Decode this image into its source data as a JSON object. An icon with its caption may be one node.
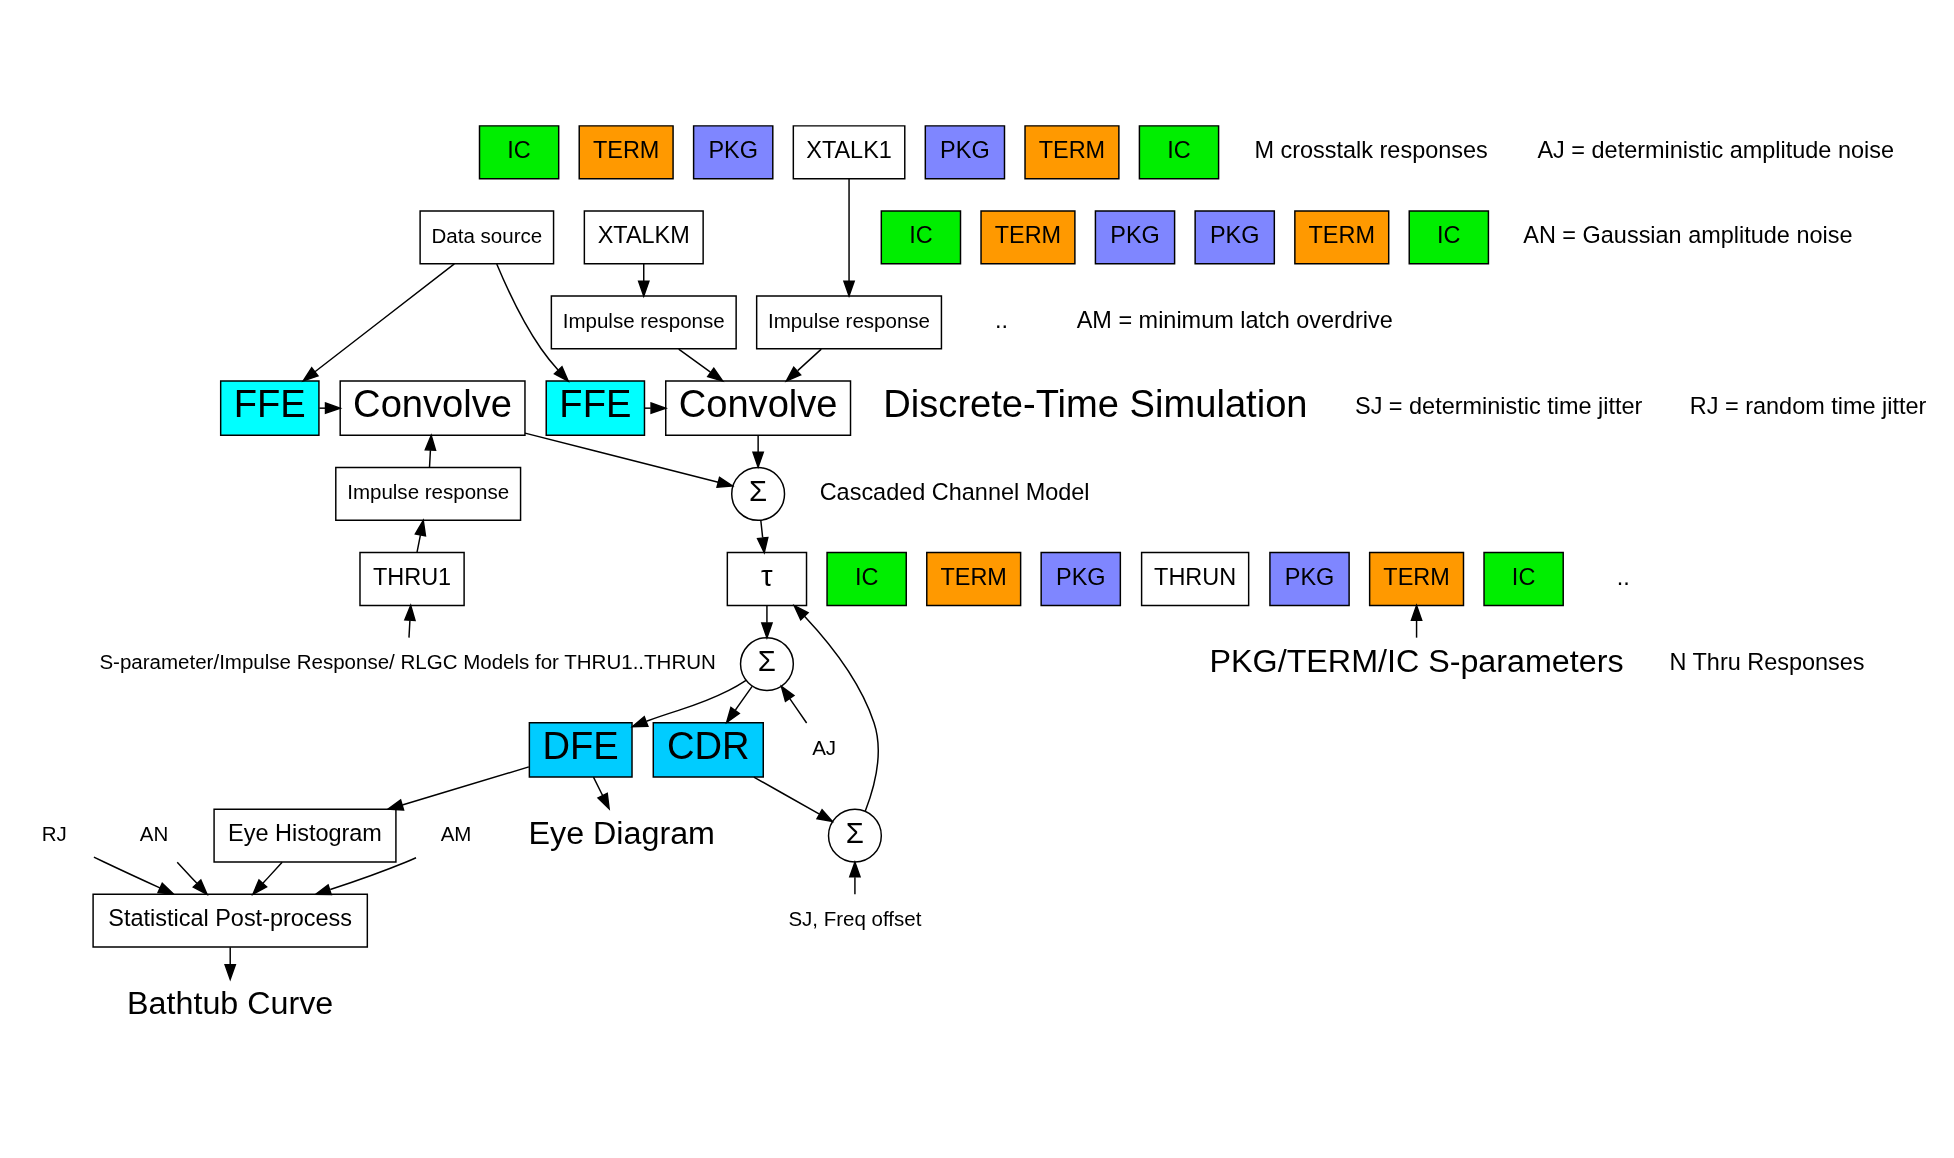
{
  "diagram": {
    "nodes": [
      {
        "text": [
          "IC"
        ]
      },
      {
        "text": [
          "TERM"
        ]
      },
      {
        "text": [
          "PKG"
        ]
      },
      {
        "text": [
          "XTALK1"
        ]
      },
      {
        "text": [
          "PKG"
        ]
      },
      {
        "text": [
          "TERM"
        ]
      },
      {
        "text": [
          "IC"
        ]
      },
      {
        "text": [
          "IC"
        ]
      },
      {
        "text": [
          "TERM"
        ]
      },
      {
        "text": [
          "PKG"
        ]
      },
      {
        "text": [
          "XTALKM"
        ]
      },
      {
        "text": [
          "PKG"
        ]
      },
      {
        "text": [
          "TERM"
        ]
      },
      {
        "text": [
          "IC"
        ]
      },
      {
        "text": [
          "Impulse response"
        ]
      },
      {
        "text": [
          "Impulse response"
        ]
      },
      {
        "text": [
          "FFE"
        ]
      },
      {
        "text": [
          "Convolve"
        ]
      },
      {
        "text": [
          "FFE"
        ]
      },
      {
        "text": [
          "Convolve"
        ]
      },
      {
        "text": [
          "Σ"
        ]
      },
      {
        "text": [
          "τ"
        ]
      },
      {
        "text": [
          "Σ"
        ]
      },
      {
        "text": [
          "Σ"
        ]
      },
      {
        "text": [
          "DFE"
        ]
      },
      {
        "text": [
          "CDR"
        ]
      },
      {
        "text": [
          "Eye Histogram"
        ]
      },
      {
        "text": [
          "Statistical Post-process"
        ]
      },
      {
        "text": [
          "Data source"
        ]
      },
      {
        "text": [
          "Impulse response"
        ]
      },
      {
        "text": [
          "IC"
        ]
      },
      {
        "text": [
          "TERM"
        ]
      },
      {
        "text": [
          "PKG"
        ]
      },
      {
        "text": [
          "THRU1"
        ]
      },
      {
        "text": [
          "THRUN"
        ]
      },
      {
        "text": [
          "PKG"
        ]
      },
      {
        "text": [
          "TERM"
        ]
      },
      {
        "text": [
          "IC"
        ]
      },
      {
        "text": [
          "S-parameter/Impulse Response/ RLGC Models for THRU1..THRUN"
        ]
      },
      {
        "text": [
          "PKG/TERM/IC S-parameters"
        ]
      },
      {
        "text": [
          "AJ"
        ]
      },
      {
        "text": [
          "SJ, Freq offset"
        ]
      },
      {
        "text": [
          "AM"
        ]
      },
      {
        "text": [
          "RJ"
        ]
      },
      {
        "text": [
          "AN"
        ]
      },
      {
        "text": [
          "Eye Diagram"
        ]
      },
      {
        "text": [
          "Bathtub Curve"
        ]
      }
    ],
    "edges": [
      {
        "from": 10,
        "to": 14,
        "arrow": "to"
      },
      {
        "from": 3,
        "to": 15,
        "arrow": "to"
      },
      {
        "from": 14,
        "to": 17,
        "arrow": "to"
      },
      {
        "from": 15,
        "to": 17,
        "arrow": "to"
      },
      {
        "from": 28,
        "to": 16,
        "arrow": "to"
      },
      {
        "from": 28,
        "to": 18,
        "arrow": "to"
      },
      {
        "from": 16,
        "to": 17,
        "arrow": "to"
      },
      {
        "from": 18,
        "to": 19,
        "arrow": "to"
      },
      {
        "from": 17,
        "to": 20,
        "arrow": "to"
      },
      {
        "from": 19,
        "to": 20,
        "arrow": "to"
      },
      {
        "from": 20,
        "to": 21,
        "arrow": "to"
      },
      {
        "from": 21,
        "to": 22,
        "arrow": "to"
      },
      {
        "from": 40,
        "to": 22,
        "arrow": "to"
      },
      {
        "from": 22,
        "to": 24,
        "arrow": "to"
      },
      {
        "from": 22,
        "to": 25,
        "arrow": "to"
      },
      {
        "from": 25,
        "to": 23,
        "arrow": "to"
      },
      {
        "from": 41,
        "to": 23,
        "arrow": "to"
      },
      {
        "from": 23,
        "to": 21,
        "arrow": "to"
      },
      {
        "from": 24,
        "to": 26,
        "arrow": "to"
      },
      {
        "from": 24,
        "to": 45,
        "arrow": "to"
      },
      {
        "from": 26,
        "to": 27,
        "arrow": "to"
      },
      {
        "from": 42,
        "to": 27,
        "arrow": "to"
      },
      {
        "from": 43,
        "to": 27,
        "arrow": "to"
      },
      {
        "from": 44,
        "to": 27,
        "arrow": "to"
      },
      {
        "from": 27,
        "to": 46,
        "arrow": "to"
      },
      {
        "from": 29,
        "to": 19,
        "arrow": "to"
      },
      {
        "from": 33,
        "to": 29,
        "arrow": "to"
      },
      {
        "from": 38,
        "to": 33,
        "arrow": "to"
      },
      {
        "from": 39,
        "to": 36,
        "arrow": "to"
      }
    ],
    "labels": [
      "M crosstalk responses",
      "AJ = deterministic amplitude noise",
      "AN = Gaussian amplitude noise",
      "AM = minimum latch overdrive",
      "SJ = deterministic time jitter",
      "RJ = random time jitter",
      "..",
      "Discrete-Time Simulation",
      "Cascaded Channel Model",
      "..",
      "N Thru Responses"
    ]
  }
}
